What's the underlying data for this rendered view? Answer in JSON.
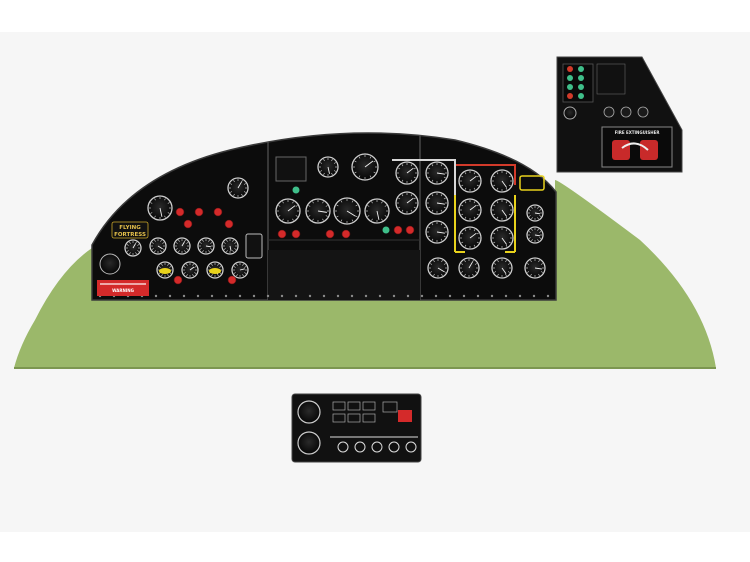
{
  "scene": {
    "colors": {
      "page_white": "#ffffff",
      "band_grey": "#f6f6f6",
      "shelf_green": "#9bb86a",
      "panel_black": "#0c0c0c",
      "warning_red": "#d42a2a",
      "bracket_yellow": "#e8d21c",
      "bracket_red": "#d23a2a",
      "bracket_white": "#d8d8d8"
    }
  },
  "main_panel": {
    "logo_line1": "FLYING",
    "logo_line2": "FORTRESS",
    "warning_plate": "WARNING"
  },
  "upper_right_panel": {
    "plate_title": "FIRE EXTINGUISHER"
  },
  "lower_panel": {}
}
